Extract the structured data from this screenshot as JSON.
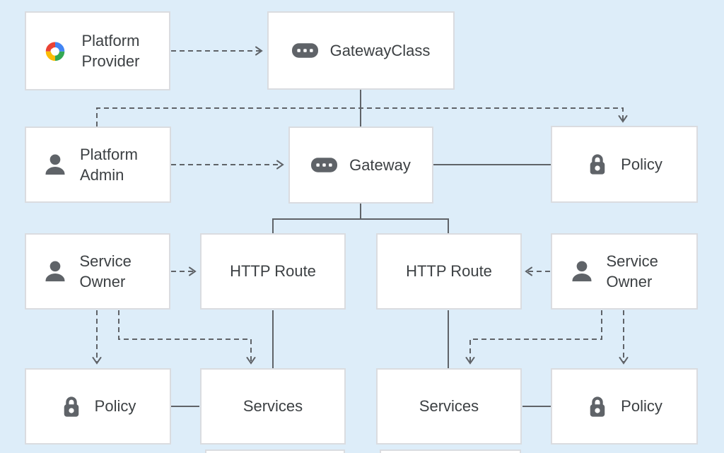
{
  "colors": {
    "background": "#ddedf9",
    "node_fill": "#ffffff",
    "node_border": "#dadce0",
    "connector": "#5f6368",
    "text": "#3c4043",
    "google_logo": {
      "red": "#ea4335",
      "yellow": "#fbbc04",
      "green": "#34a853",
      "blue": "#4285f4"
    }
  },
  "nodes": {
    "platform_provider": {
      "label": "Platform Provider",
      "icon": "google-cloud-icon"
    },
    "gateway_class": {
      "label": "GatewayClass",
      "icon": "gateway-pill-icon"
    },
    "platform_admin": {
      "label": "Platform Admin",
      "icon": "person-icon"
    },
    "gateway": {
      "label": "Gateway",
      "icon": "gateway-pill-icon"
    },
    "policy_top_right": {
      "label": "Policy",
      "icon": "lock-icon"
    },
    "service_owner_left": {
      "label": "Service Owner",
      "icon": "person-icon"
    },
    "http_route_left": {
      "label": "HTTP Route",
      "icon": null
    },
    "http_route_right": {
      "label": "HTTP Route",
      "icon": null
    },
    "service_owner_right": {
      "label": "Service Owner",
      "icon": "person-icon"
    },
    "policy_bottom_left": {
      "label": "Policy",
      "icon": "lock-icon"
    },
    "services_left": {
      "label": "Services",
      "icon": null
    },
    "services_right": {
      "label": "Services",
      "icon": null
    },
    "policy_bottom_right": {
      "label": "Policy",
      "icon": "lock-icon"
    }
  },
  "edges": [
    {
      "from": "platform_provider",
      "to": "gateway_class",
      "style": "dashed",
      "arrow": true
    },
    {
      "from": "gateway_class",
      "to": "gateway",
      "style": "solid",
      "arrow": false
    },
    {
      "from": "platform_admin",
      "to": "policy_top_right",
      "style": "dashed",
      "arrow": true
    },
    {
      "from": "platform_admin",
      "to": "gateway",
      "style": "dashed",
      "arrow": true
    },
    {
      "from": "gateway",
      "to": "policy_top_right",
      "style": "solid",
      "arrow": false
    },
    {
      "from": "gateway",
      "to": "http_route_left",
      "style": "solid",
      "arrow": false
    },
    {
      "from": "gateway",
      "to": "http_route_right",
      "style": "solid",
      "arrow": false
    },
    {
      "from": "service_owner_left",
      "to": "http_route_left",
      "style": "dashed",
      "arrow": true
    },
    {
      "from": "service_owner_right",
      "to": "http_route_right",
      "style": "dashed",
      "arrow": true
    },
    {
      "from": "http_route_left",
      "to": "services_left",
      "style": "solid",
      "arrow": false
    },
    {
      "from": "http_route_right",
      "to": "services_right",
      "style": "solid",
      "arrow": false
    },
    {
      "from": "service_owner_left",
      "to": "policy_bottom_left",
      "style": "dashed",
      "arrow": true
    },
    {
      "from": "service_owner_left",
      "to": "services_left",
      "style": "dashed",
      "arrow": true
    },
    {
      "from": "service_owner_right",
      "to": "policy_bottom_right",
      "style": "dashed",
      "arrow": true
    },
    {
      "from": "service_owner_right",
      "to": "services_right",
      "style": "dashed",
      "arrow": true
    }
  ]
}
